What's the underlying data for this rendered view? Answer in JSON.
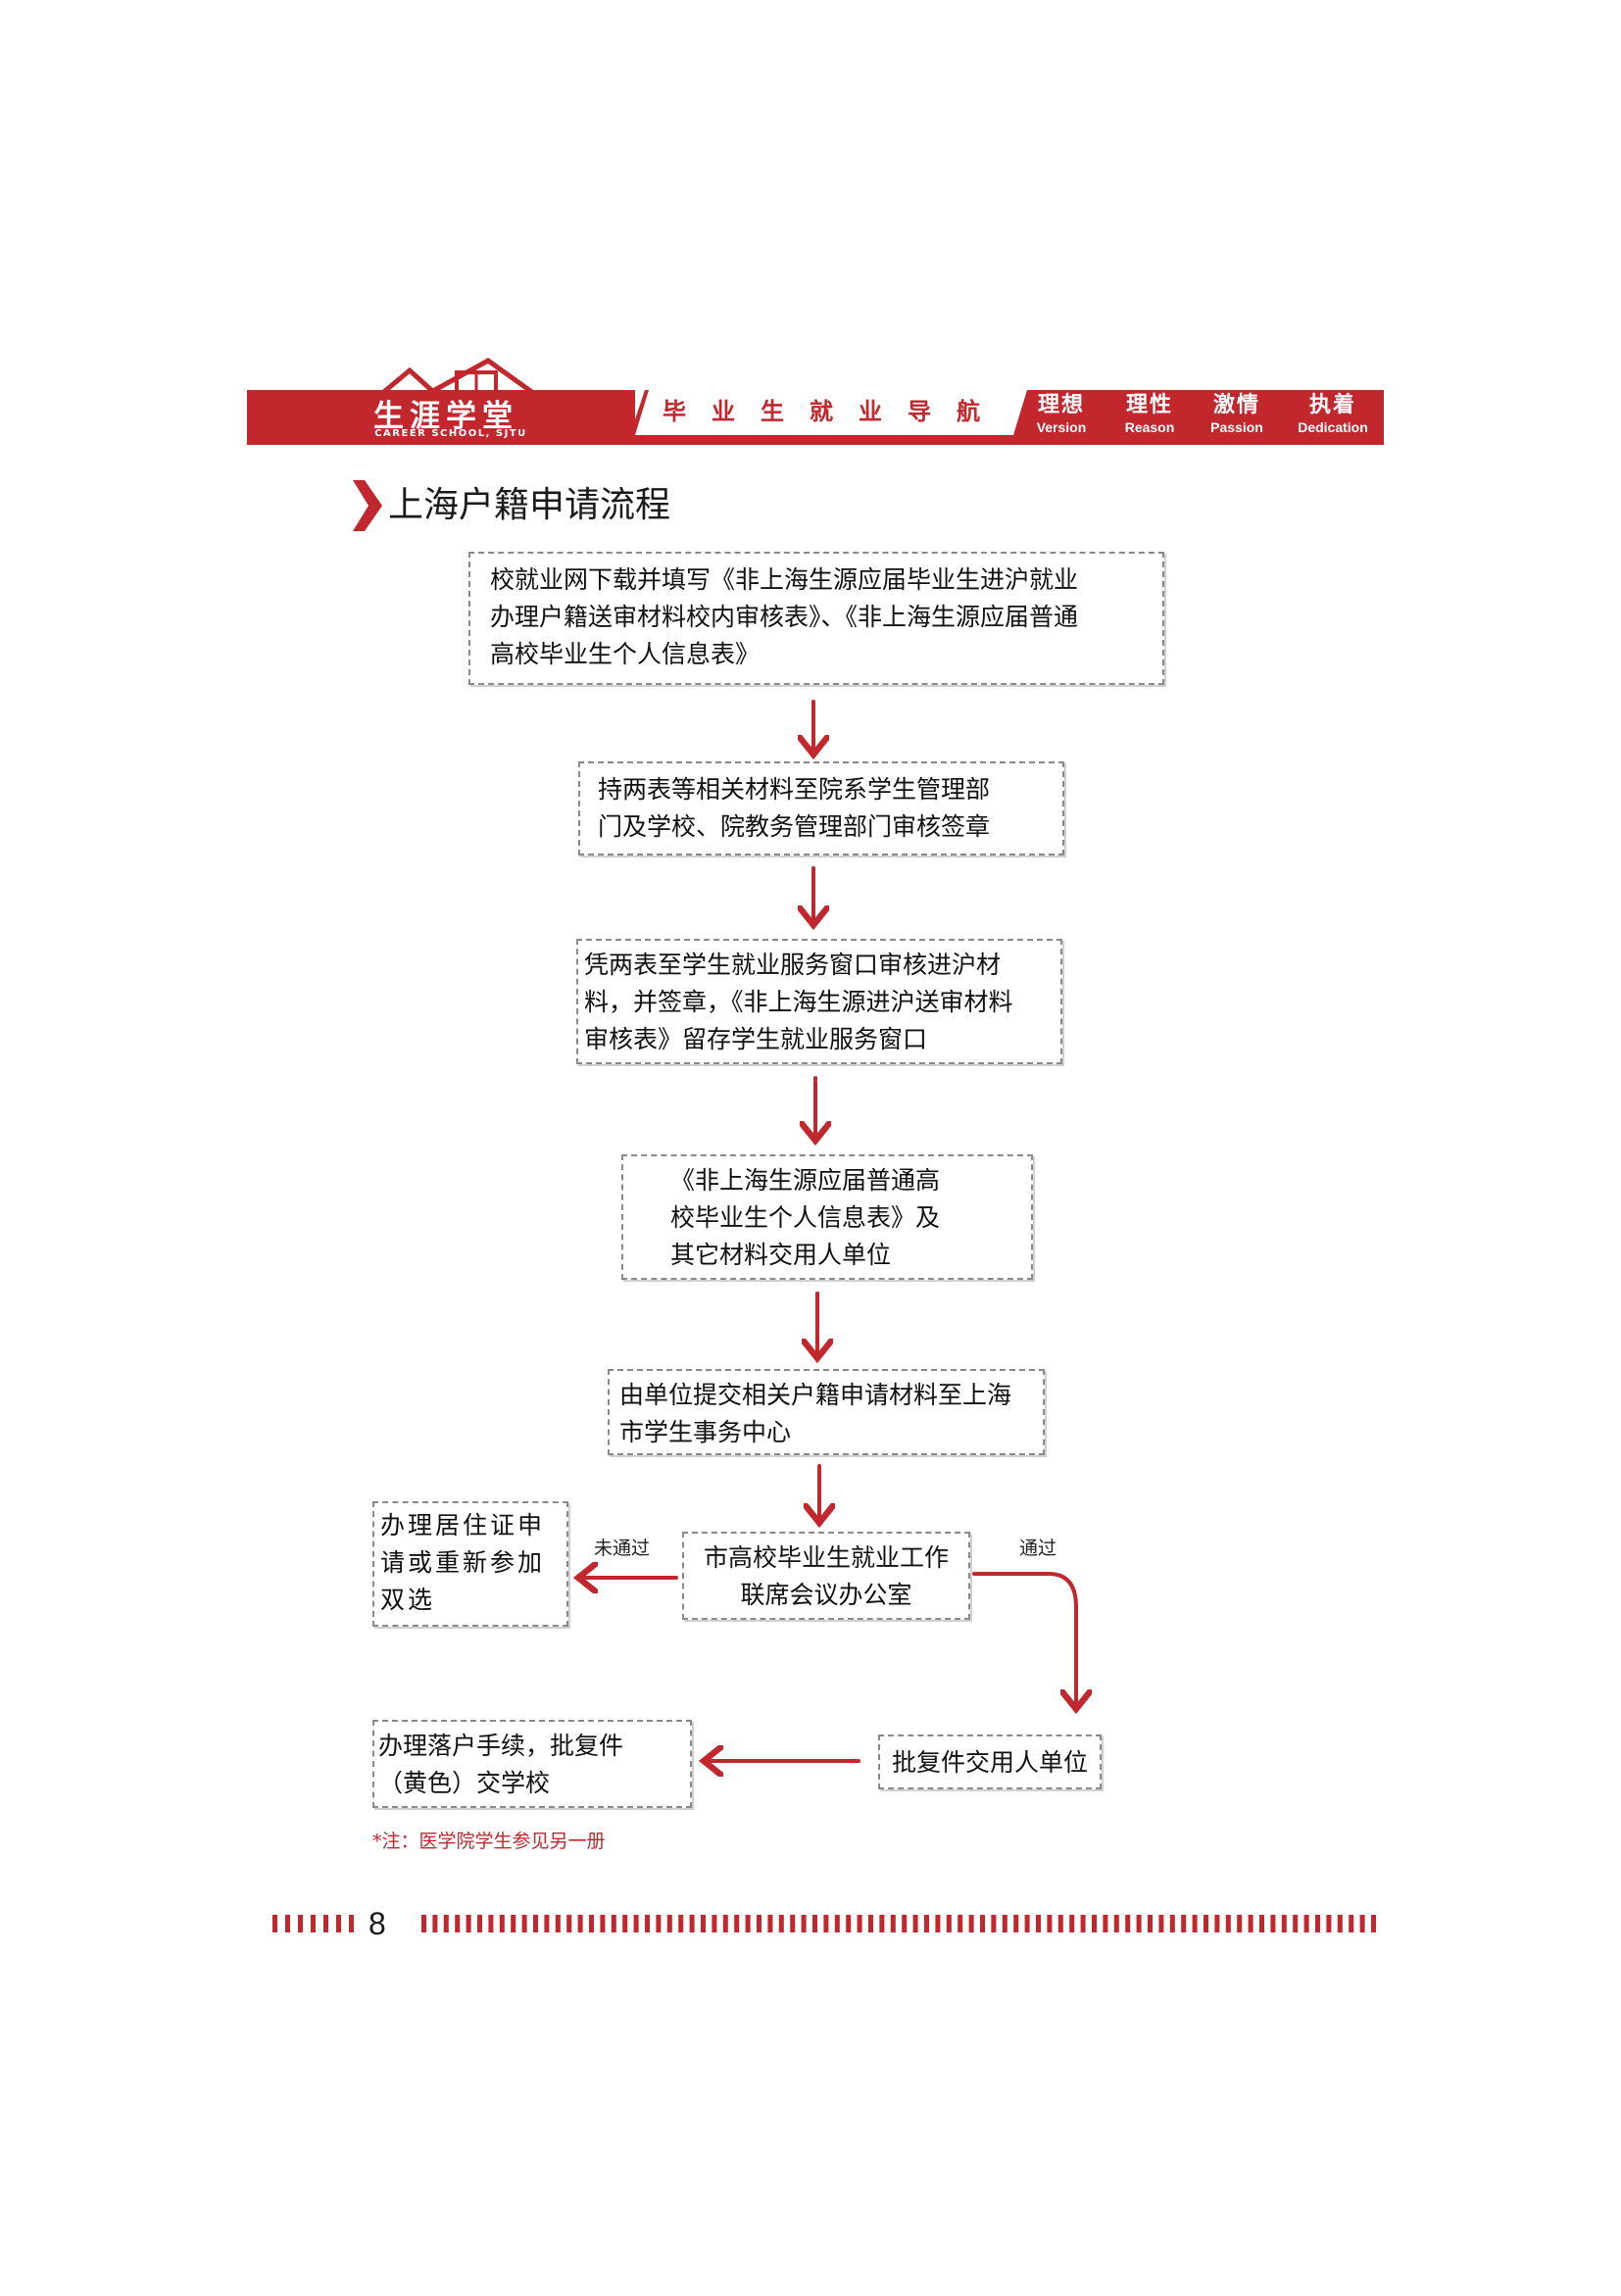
{
  "header": {
    "logo_text": "生涯学堂",
    "logo_subtitle": "CAREER SCHOOL, SJTU",
    "nav_title": "毕业生就业导航",
    "motto": [
      {
        "cn": "理想",
        "en": "Version"
      },
      {
        "cn": "理性",
        "en": "Reason"
      },
      {
        "cn": "激情",
        "en": "Passion"
      },
      {
        "cn": "执着",
        "en": "Dedication"
      }
    ]
  },
  "section_title": "上海户籍申请流程",
  "flow": {
    "step1": [
      "校就业网下载并填写《非上海生源应届毕业生进沪就业",
      "办理户籍送审材料校内审核表》、《非上海生源应届普通",
      "高校毕业生个人信息表》"
    ],
    "step2": [
      "持两表等相关材料至院系学生管理部",
      "门及学校、院教务管理部门审核签章"
    ],
    "step3": [
      "凭两表至学生就业服务窗口审核进沪材",
      "料，并签章，《非上海生源进沪送审材料",
      "审核表》留存学生就业服务窗口"
    ],
    "step4": [
      "《非上海生源应届普通高",
      "校毕业生个人信息表》及",
      "其它材料交用人单位"
    ],
    "step5": [
      "由单位提交相关户籍申请材料至上海",
      "市学生事务中心"
    ],
    "step6": [
      "市高校毕业生就业工作",
      "联席会议办公室"
    ],
    "fail_result": [
      "办理居住证申",
      "请或重新参加",
      "双选"
    ],
    "pass_step": "批复件交用人单位",
    "final_step": [
      "办理落户手续，批复件",
      "（黄色）交学校"
    ],
    "label_fail": "未通过",
    "label_pass": "通过"
  },
  "note": "*注：医学院学生参见另一册",
  "page_number": "8",
  "colors": {
    "brand_red": "#c1272d",
    "box_border": "#8a8a8a"
  }
}
